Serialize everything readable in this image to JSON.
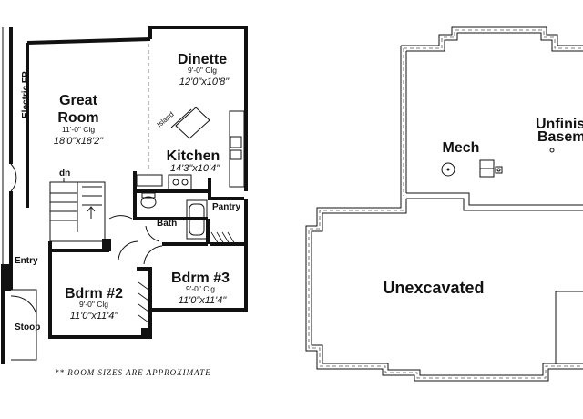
{
  "main_floor": {
    "great_room": {
      "name_line1": "Great",
      "name_line2": "Room",
      "ceiling": "11'-0\" Clg",
      "size": "18'0\"x18'2\""
    },
    "dinette": {
      "name": "Dinette",
      "ceiling": "9'-0\" Clg",
      "size": "12'0\"x10'8\""
    },
    "kitchen": {
      "name": "Kitchen",
      "size": "14'3\"x10'4\""
    },
    "island": "Island",
    "electric_fp": "Electric FP",
    "stairs_dn": "dn",
    "bath": "Bath",
    "pantry": "Pantry",
    "entry": "Entry",
    "stoop": "Stoop",
    "bedroom2": {
      "name": "Bdrm #2",
      "ceiling": "9'-0\" Clg",
      "size": "11'0\"x11'4\""
    },
    "bedroom3": {
      "name": "Bdrm #3",
      "ceiling": "9'-0\" Clg",
      "size": "11'0\"x11'4\""
    },
    "note": "** ROOM SIZES ARE APPROXIMATE"
  },
  "basement": {
    "mech": "Mech",
    "unfinished_line1": "Unfinis",
    "unfinished_line2": "Basem",
    "unexcavated": "Unexcavated"
  }
}
